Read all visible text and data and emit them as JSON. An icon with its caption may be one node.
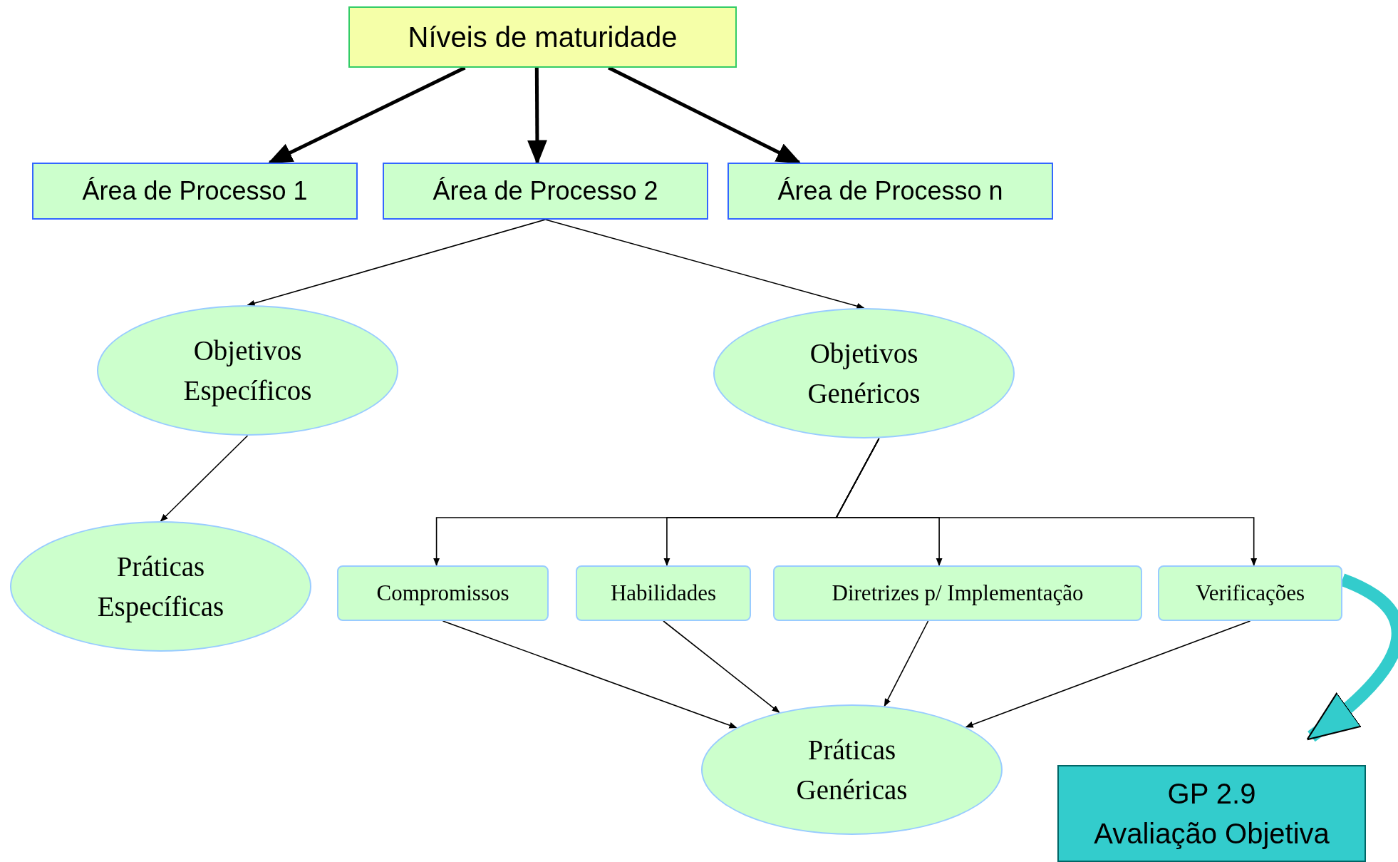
{
  "diagram": {
    "nodes": [
      {
        "text": [
          "Níveis de maturidade"
        ]
      },
      {
        "text": [
          "Área de Processo 1"
        ]
      },
      {
        "text": [
          "Área de Processo 2"
        ]
      },
      {
        "text": [
          "Área de Processo n"
        ]
      },
      {
        "text": [
          "Objetivos Específicos"
        ]
      },
      {
        "text": [
          "Objetivos Genéricos"
        ]
      },
      {
        "text": [
          "Práticas Específicas"
        ]
      },
      {
        "text": [
          "Compromissos"
        ]
      },
      {
        "text": [
          "Habilidades"
        ]
      },
      {
        "text": [
          "Diretrizes p/ Implementação"
        ]
      },
      {
        "text": [
          "Verificações"
        ]
      },
      {
        "text": [
          "Práticas Genéricas"
        ]
      },
      {
        "text": [
          "GP 2.9",
          "Avaliação Objetiva"
        ]
      }
    ],
    "edges": [
      {
        "from": 0,
        "to": 1,
        "arrow": "to",
        "style": "thick"
      },
      {
        "from": 0,
        "to": 2,
        "arrow": "to",
        "style": "thick"
      },
      {
        "from": 0,
        "to": 3,
        "arrow": "to",
        "style": "thick"
      },
      {
        "from": 2,
        "to": 4,
        "arrow": "to"
      },
      {
        "from": 2,
        "to": 5,
        "arrow": "to"
      },
      {
        "from": 4,
        "to": 6,
        "arrow": "to"
      },
      {
        "from": 5,
        "to": 7,
        "arrow": "to"
      },
      {
        "from": 5,
        "to": 8,
        "arrow": "to"
      },
      {
        "from": 5,
        "to": 9,
        "arrow": "to"
      },
      {
        "from": 5,
        "to": 10,
        "arrow": "to"
      },
      {
        "from": 7,
        "to": 11,
        "arrow": "to"
      },
      {
        "from": 8,
        "to": 11,
        "arrow": "to"
      },
      {
        "from": 9,
        "to": 11,
        "arrow": "to"
      },
      {
        "from": 10,
        "to": 11,
        "arrow": "to"
      },
      {
        "from": 10,
        "to": 12,
        "arrow": "to",
        "style": "thick",
        "color": "#33cccc"
      }
    ]
  }
}
